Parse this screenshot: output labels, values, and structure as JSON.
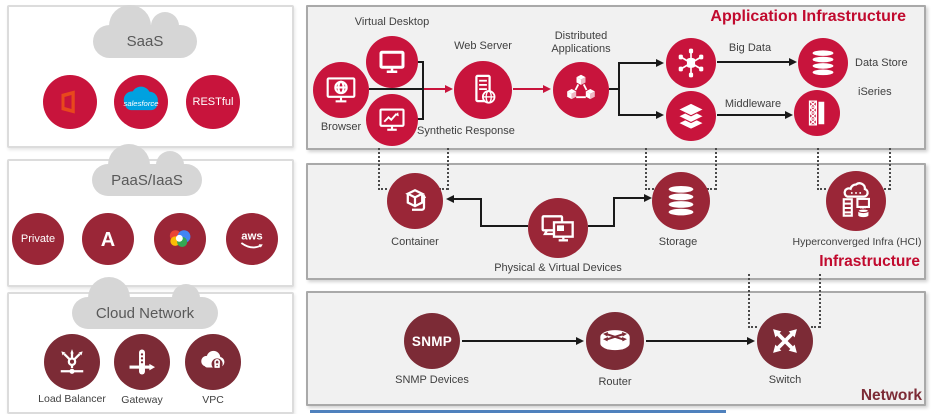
{
  "colors": {
    "crimson": "#c8143c",
    "maroon": "#9a2637",
    "dark_maroon": "#7c2b36",
    "title_red": "#c10a2e",
    "panel_bg": "#f1f1f1",
    "panel_border": "#a9a9a9",
    "cloud_gray": "#d6d6d6",
    "salesforce_blue": "#00a1e0",
    "office_orange": "#e8481c",
    "bottom_bar_blue": "#4f81bd"
  },
  "saas_panel": {
    "cloud_label": "SaaS",
    "salesforce_logo_text": "salesforce",
    "restful_label": "RESTful"
  },
  "paas_panel": {
    "cloud_label": "PaaS/IaaS",
    "private_label": "Private",
    "azure_logo_glyph": "A",
    "aws_logo_text": "aws"
  },
  "cloud_network_panel": {
    "cloud_label": "Cloud Network",
    "load_balancer_label": "Load Balancer",
    "gateway_label": "Gateway",
    "vpc_label": "VPC"
  },
  "app_infra_panel": {
    "title": "Application Infrastructure",
    "virtual_desktop": "Virtual Desktop",
    "browser": "Browser",
    "synthetic_response": "Synthetic Response",
    "web_server": "Web Server",
    "distributed_apps": "Distributed Applications",
    "big_data": "Big Data",
    "middleware": "Middleware",
    "data_store": "Data Store",
    "iseries": "iSeries"
  },
  "infra_panel": {
    "title": "Infrastructure",
    "container": "Container",
    "devices": "Physical & Virtual Devices",
    "storage": "Storage",
    "hci": "Hyperconverged Infra (HCI)"
  },
  "network_panel": {
    "title": "Network",
    "snmp_badge": "SNMP",
    "snmp_devices": "SNMP Devices",
    "router": "Router",
    "switch": "Switch"
  }
}
